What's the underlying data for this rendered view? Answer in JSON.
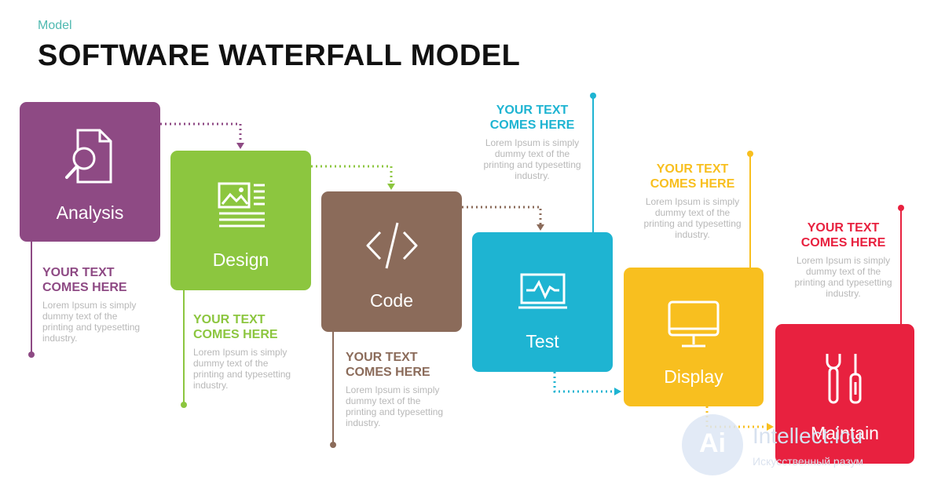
{
  "header": {
    "subtitle": "Model",
    "title": "SOFTWARE WATERFALL MODEL"
  },
  "colors": {
    "analysis": "#8e4a84",
    "design": "#8cc63f",
    "code": "#8b6b5a",
    "test": "#1eb4d2",
    "display": "#f8bf1f",
    "maintain": "#e8213f"
  },
  "steps": [
    {
      "label": "Analysis",
      "icon": "document-search-icon",
      "note_title_1": "YOUR TEXT",
      "note_title_2": "COMES HERE",
      "note_body": "Lorem Ipsum is simply dummy text of the printing and typesetting industry."
    },
    {
      "label": "Design",
      "icon": "layout-icon",
      "note_title_1": "YOUR TEXT",
      "note_title_2": "COMES HERE",
      "note_body": "Lorem Ipsum is simply dummy text of the printing and typesetting industry."
    },
    {
      "label": "Code",
      "icon": "code-brackets-icon",
      "note_title_1": "YOUR TEXT",
      "note_title_2": "COMES HERE",
      "note_body": "Lorem Ipsum is simply dummy text of the printing and typesetting industry."
    },
    {
      "label": "Test",
      "icon": "monitor-chart-icon",
      "note_title_1": "YOUR TEXT",
      "note_title_2": "COMES HERE",
      "note_body": "Lorem Ipsum is simply dummy text of the printing and typesetting industry."
    },
    {
      "label": "Display",
      "icon": "desktop-monitor-icon",
      "note_title_1": "YOUR TEXT",
      "note_title_2": "COMES HERE",
      "note_body": "Lorem Ipsum is simply dummy text of the printing and typesetting industry."
    },
    {
      "label": "Maintain",
      "icon": "wrench-screwdriver-icon",
      "note_title_1": "YOUR TEXT",
      "note_title_2": "COMES HERE",
      "note_body": "Lorem Ipsum is simply dummy text of the printing and typesetting industry."
    }
  ],
  "watermark": {
    "logo_text": "Ai",
    "text": "Intellect.icu",
    "sub": "Искусственный разум"
  }
}
